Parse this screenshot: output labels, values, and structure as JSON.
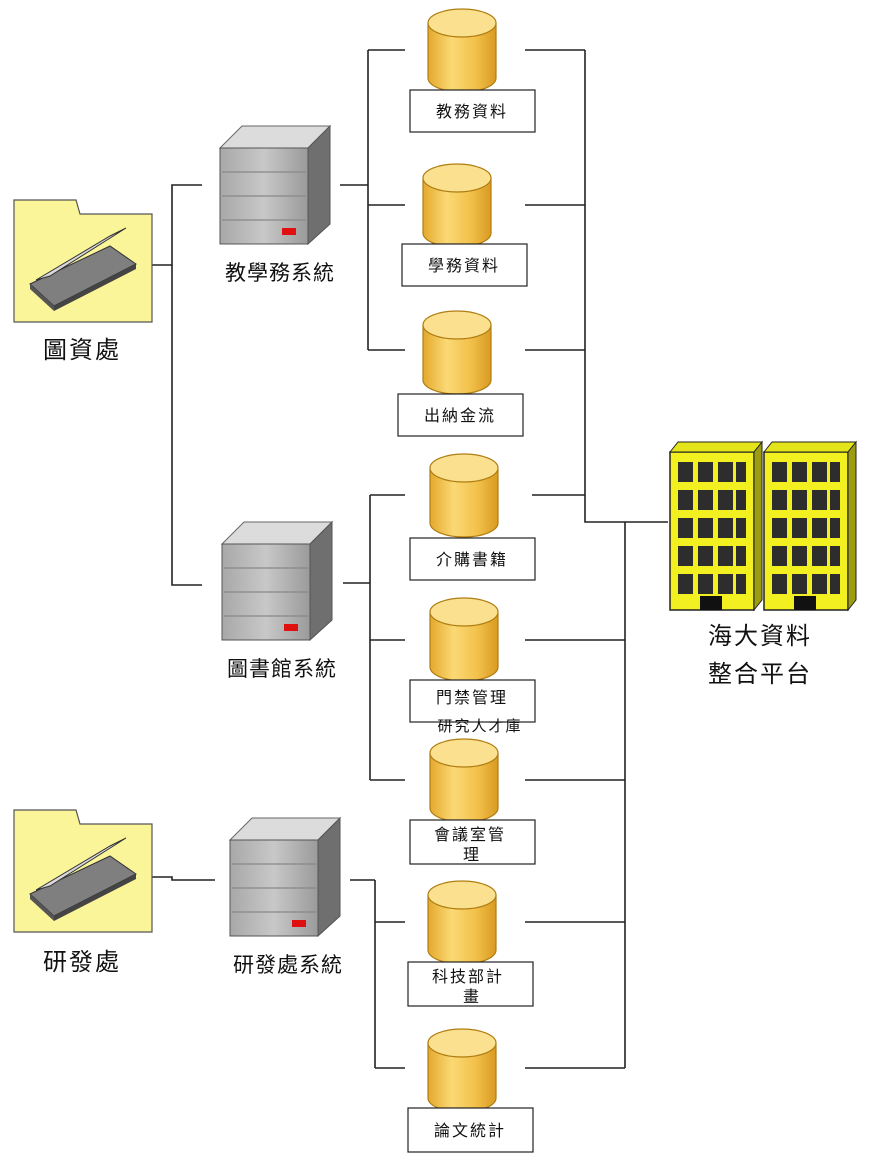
{
  "orgs": {
    "info_office": "圖資處",
    "rnd_office": "研發處"
  },
  "systems": {
    "academic": "教學務系統",
    "library": "圖書館系統",
    "rnd": "研發處系統"
  },
  "databases": {
    "db1": "教務資料",
    "db2": "學務資料",
    "db3": "出納金流",
    "db4": "介購書籍",
    "db5": "門禁管理",
    "db5_overflow": "研究人才庫",
    "db6_line1": "會議室管",
    "db6_line2": "理",
    "db7_line1": "科技部計",
    "db7_line2": "畫",
    "db8": "論文統計"
  },
  "platform": {
    "line1": "海大資料",
    "line2": "整合平台"
  },
  "colors": {
    "cylinder": "#f2c84b",
    "folder": "#fbf59a",
    "building": "#f2f020",
    "server": "#b9b9b9",
    "led": "#e01010"
  }
}
